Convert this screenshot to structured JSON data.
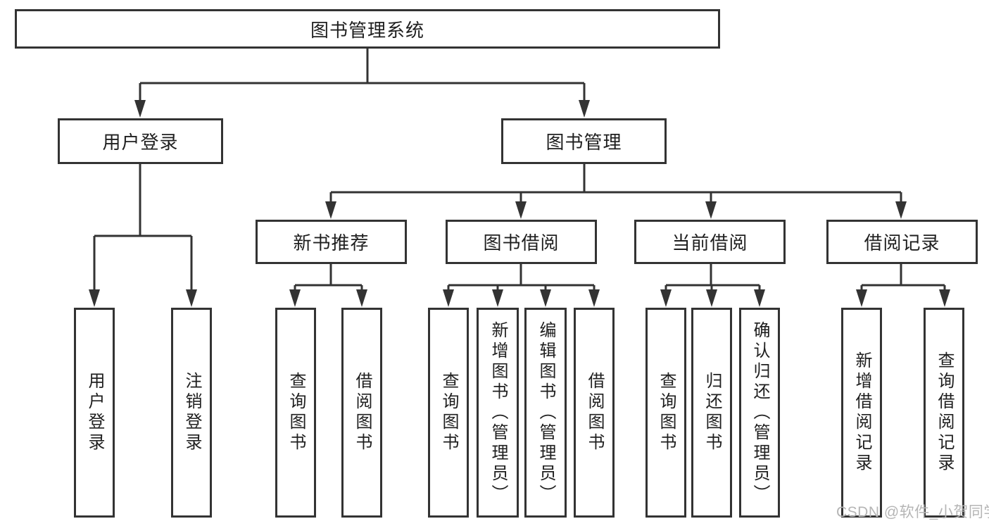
{
  "colors": {
    "line": "#333333",
    "box_border": "#333333",
    "text": "#1f1f1f",
    "background": "#ffffff",
    "watermark": "#b5b5b5"
  },
  "watermark": {
    "text": "CSDN @软件_小贺同学"
  },
  "tree": {
    "root": {
      "label": "图书管理系统",
      "children": [
        {
          "label": "用户登录",
          "children": [
            {
              "label": "用户登录"
            },
            {
              "label": "注销登录"
            }
          ]
        },
        {
          "label": "图书管理",
          "children": [
            {
              "label": "新书推荐",
              "children": [
                {
                  "label": "查询图书"
                },
                {
                  "label": "借阅图书"
                }
              ]
            },
            {
              "label": "图书借阅",
              "children": [
                {
                  "label": "查询图书"
                },
                {
                  "label": "新增图书（管理员）"
                },
                {
                  "label": "编辑图书（管理员）"
                },
                {
                  "label": "借阅图书"
                }
              ]
            },
            {
              "label": "当前借阅",
              "children": [
                {
                  "label": "查询图书"
                },
                {
                  "label": "归还图书"
                },
                {
                  "label": "确认归还（管理员）"
                }
              ]
            },
            {
              "label": "借阅记录",
              "children": [
                {
                  "label": "新增借阅记录"
                },
                {
                  "label": "查询借阅记录"
                }
              ]
            }
          ]
        }
      ]
    }
  }
}
